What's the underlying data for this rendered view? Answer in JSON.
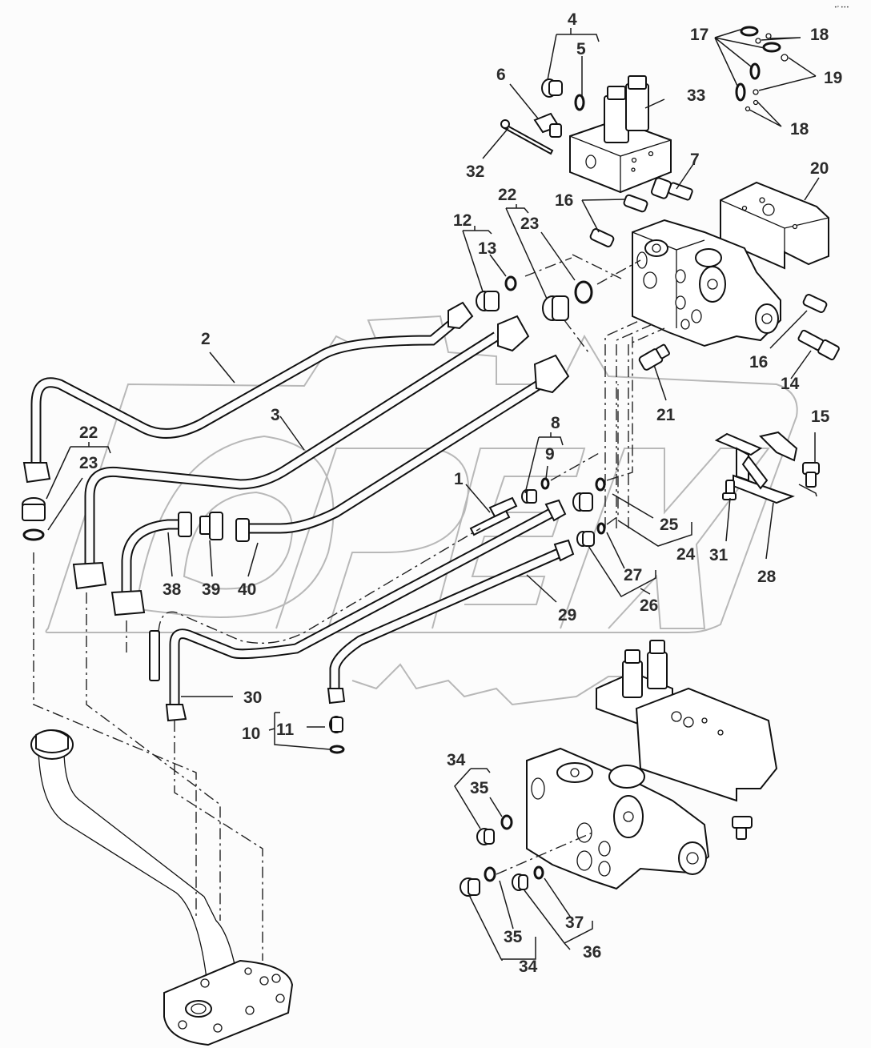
{
  "diagram": {
    "type": "exploded-parts-diagram",
    "subject": "Hydraulic control valve, lines and filler pipe",
    "corner_mark": "•ᵖ •••",
    "watermark_text": "OPEX",
    "watermark_color": "#b8b8b8",
    "line_color": "#111111",
    "label_color": "#2b2b2b",
    "callouts": [
      {
        "id": "c1",
        "text": "1"
      },
      {
        "id": "c2",
        "text": "2"
      },
      {
        "id": "c3",
        "text": "3"
      },
      {
        "id": "c4",
        "text": "4"
      },
      {
        "id": "c5",
        "text": "5"
      },
      {
        "id": "c6",
        "text": "6"
      },
      {
        "id": "c7",
        "text": "7"
      },
      {
        "id": "c8",
        "text": "8"
      },
      {
        "id": "c9",
        "text": "9"
      },
      {
        "id": "c10",
        "text": "10"
      },
      {
        "id": "c11",
        "text": "11"
      },
      {
        "id": "c12",
        "text": "12"
      },
      {
        "id": "c13",
        "text": "13"
      },
      {
        "id": "c14",
        "text": "14"
      },
      {
        "id": "c15",
        "text": "15"
      },
      {
        "id": "c16a",
        "text": "16"
      },
      {
        "id": "c16b",
        "text": "16"
      },
      {
        "id": "c17",
        "text": "17"
      },
      {
        "id": "c18a",
        "text": "18"
      },
      {
        "id": "c18b",
        "text": "18"
      },
      {
        "id": "c19",
        "text": "19"
      },
      {
        "id": "c20",
        "text": "20"
      },
      {
        "id": "c21",
        "text": "21"
      },
      {
        "id": "c22a",
        "text": "22"
      },
      {
        "id": "c22b",
        "text": "22"
      },
      {
        "id": "c23a",
        "text": "23"
      },
      {
        "id": "c23b",
        "text": "23"
      },
      {
        "id": "c24",
        "text": "24"
      },
      {
        "id": "c25",
        "text": "25"
      },
      {
        "id": "c26",
        "text": "26"
      },
      {
        "id": "c27",
        "text": "27"
      },
      {
        "id": "c28",
        "text": "28"
      },
      {
        "id": "c29",
        "text": "29"
      },
      {
        "id": "c30",
        "text": "30"
      },
      {
        "id": "c31",
        "text": "31"
      },
      {
        "id": "c32",
        "text": "32"
      },
      {
        "id": "c33",
        "text": "33"
      },
      {
        "id": "c34a",
        "text": "34"
      },
      {
        "id": "c34b",
        "text": "34"
      },
      {
        "id": "c35a",
        "text": "35"
      },
      {
        "id": "c35b",
        "text": "35"
      },
      {
        "id": "c36",
        "text": "36"
      },
      {
        "id": "c37",
        "text": "37"
      },
      {
        "id": "c38",
        "text": "38"
      },
      {
        "id": "c39",
        "text": "39"
      },
      {
        "id": "c40",
        "text": "40"
      }
    ]
  }
}
